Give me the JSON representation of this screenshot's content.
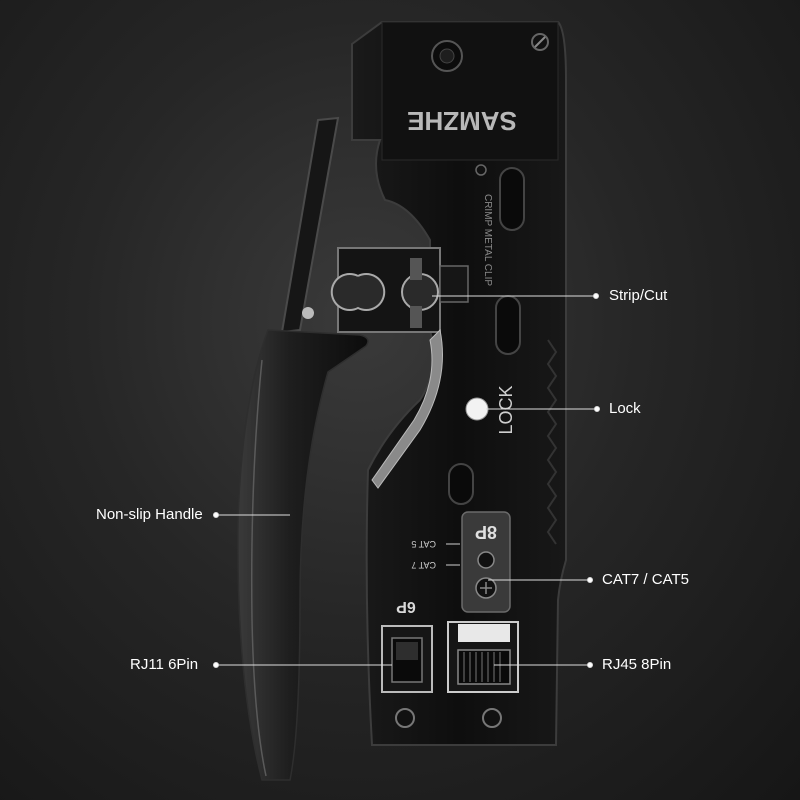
{
  "product": {
    "brand": "SAMZHE",
    "die_label": "CRIMP METAL CLIP",
    "lock_engraving": "LOCK",
    "port_8p_label": "8P",
    "port_6p_label": "6P",
    "cat5_marking": "CAT 5",
    "cat7_marking": "CAT 7"
  },
  "callouts": {
    "strip_cut": "Strip/Cut",
    "lock": "Lock",
    "non_slip_handle": "Non-slip Handle",
    "cat7_cat5": "CAT7 / CAT5",
    "rj11": "RJ11 6Pin",
    "rj45": "RJ45 8Pin"
  }
}
